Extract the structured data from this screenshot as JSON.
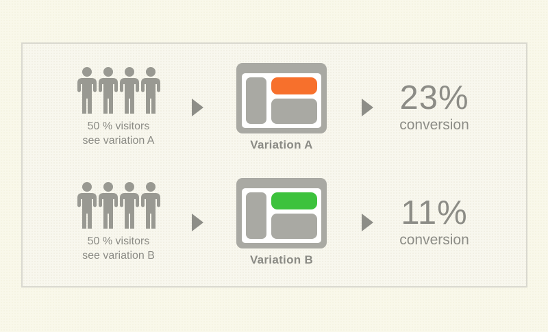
{
  "panel": {
    "rows": [
      {
        "visitors_line1": "50 % visitors",
        "visitors_line2": "see variation A",
        "variation_label": "Variation A",
        "conversion_value": "23%",
        "conversion_label": "conversion",
        "highlight_color": "#f7702c"
      },
      {
        "visitors_line1": "50 % visitors",
        "visitors_line2": "see variation B",
        "variation_label": "Variation B",
        "conversion_value": "11%",
        "conversion_label": "conversion",
        "highlight_color": "#3dc23d"
      }
    ]
  },
  "icons": {
    "visitor": "person-icon",
    "flow": "arrow-right-icon"
  },
  "colors": {
    "page_bg": "#f9f8ea",
    "panel_bg": "#f8f7ee",
    "panel_border": "#d9d8cf",
    "mockup_gray": "#a9a9a3",
    "icon_gray": "#999992",
    "text_gray": "#8b8b85",
    "variation_a_highlight": "#f7702c",
    "variation_b_highlight": "#3dc23d"
  }
}
